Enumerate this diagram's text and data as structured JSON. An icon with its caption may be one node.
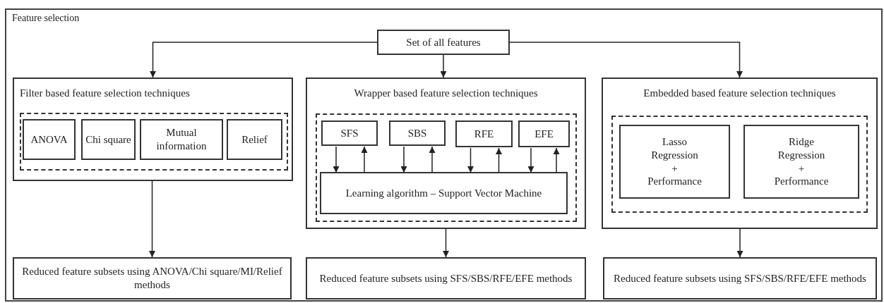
{
  "diagram": {
    "nodes": [
      {
        "text": [
          "Feature selection"
        ]
      },
      {
        "text": [
          "Set of all features"
        ],
        "in": 0
      },
      {
        "text": [
          "Filter based feature selection techniques"
        ],
        "in": 0
      },
      {
        "text": [],
        "shape": "box",
        "in": 2
      },
      {
        "text": [
          "ANOVA"
        ],
        "in": 3
      },
      {
        "text": [
          "Chi square"
        ],
        "in": 3
      },
      {
        "text": [
          "Mutual information"
        ],
        "in": 3
      },
      {
        "text": [
          "Relief"
        ],
        "in": 3
      },
      {
        "text": [
          "Wrapper based feature selection techniques"
        ],
        "in": 0
      },
      {
        "text": [],
        "shape": "box",
        "in": 8
      },
      {
        "text": [
          "SFS"
        ],
        "in": 9
      },
      {
        "text": [
          "SBS"
        ],
        "in": 9
      },
      {
        "text": [
          "RFE"
        ],
        "in": 9
      },
      {
        "text": [
          "EFE"
        ],
        "in": 9
      },
      {
        "text": [
          "Learning algorithm – Support Vector Machine"
        ],
        "in": 9
      },
      {
        "text": [
          "Embedded based feature selection techniques"
        ],
        "in": 0
      },
      {
        "text": [],
        "shape": "box",
        "in": 15
      },
      {
        "text": [
          "Lasso Regression",
          "+",
          "Performance"
        ],
        "in": 16
      },
      {
        "text": [
          "Ridge Regression",
          "+",
          "Performance"
        ],
        "in": 16
      },
      {
        "text": [
          "Reduced feature subsets using ANOVA/Chi square/MI/Relief methods"
        ],
        "in": 0
      },
      {
        "text": [
          "Reduced feature subsets using SFS/SBS/RFE/EFE methods"
        ],
        "in": 0
      },
      {
        "text": [
          "Reduced feature subsets using SFS/SBS/RFE/EFE methods"
        ],
        "in": 0
      }
    ],
    "edges": [
      {
        "from": 1,
        "to": 2,
        "arrow": "to"
      },
      {
        "from": 1,
        "to": 8,
        "arrow": "to"
      },
      {
        "from": 1,
        "to": 15,
        "arrow": "to"
      },
      {
        "from": 2,
        "to": 19,
        "arrow": "to"
      },
      {
        "from": 8,
        "to": 20,
        "arrow": "to"
      },
      {
        "from": 15,
        "to": 21,
        "arrow": "to"
      },
      {
        "from": 10,
        "to": 14,
        "arrow": "to"
      },
      {
        "from": 14,
        "to": 10,
        "arrow": "to"
      },
      {
        "from": 11,
        "to": 14,
        "arrow": "to"
      },
      {
        "from": 14,
        "to": 11,
        "arrow": "to"
      },
      {
        "from": 12,
        "to": 14,
        "arrow": "to"
      },
      {
        "from": 14,
        "to": 12,
        "arrow": "to"
      },
      {
        "from": 13,
        "to": 14,
        "arrow": "to"
      },
      {
        "from": 14,
        "to": 13,
        "arrow": "to"
      }
    ]
  }
}
